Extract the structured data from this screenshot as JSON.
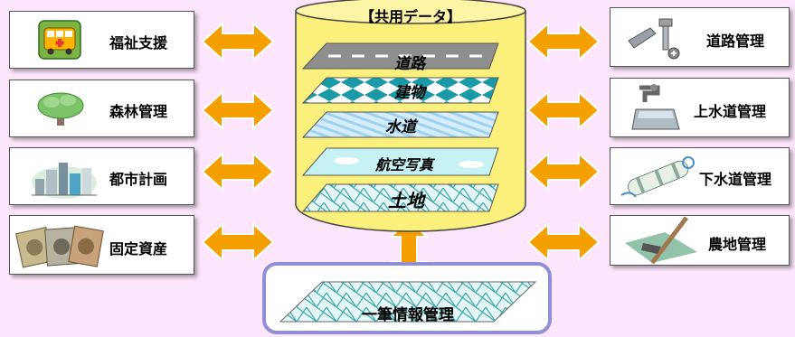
{
  "title": "【共用データ】",
  "left_systems": [
    {
      "label": "福祉支援",
      "icon": "welfare-bus-icon"
    },
    {
      "label": "森林管理",
      "icon": "tree-icon"
    },
    {
      "label": "都市計画",
      "icon": "city-buildings-icon"
    },
    {
      "label": "固定資産",
      "icon": "banknotes-icon"
    }
  ],
  "right_systems": [
    {
      "label": "道路管理",
      "icon": "road-bolt-icon"
    },
    {
      "label": "上水道管理",
      "icon": "water-tap-icon"
    },
    {
      "label": "下水道管理",
      "icon": "sewer-pipe-icon"
    },
    {
      "label": "農地管理",
      "icon": "farm-hoe-icon"
    }
  ],
  "layers": [
    "道路",
    "建物",
    "水道",
    "航空写真",
    "土地"
  ],
  "bottom_box": {
    "label": "一筆情報管理"
  },
  "colors": {
    "background": "#fde6fb",
    "arrow": "#f5a000",
    "cylinder": "#fbf07c",
    "bottom_border": "#8f8fd6"
  }
}
